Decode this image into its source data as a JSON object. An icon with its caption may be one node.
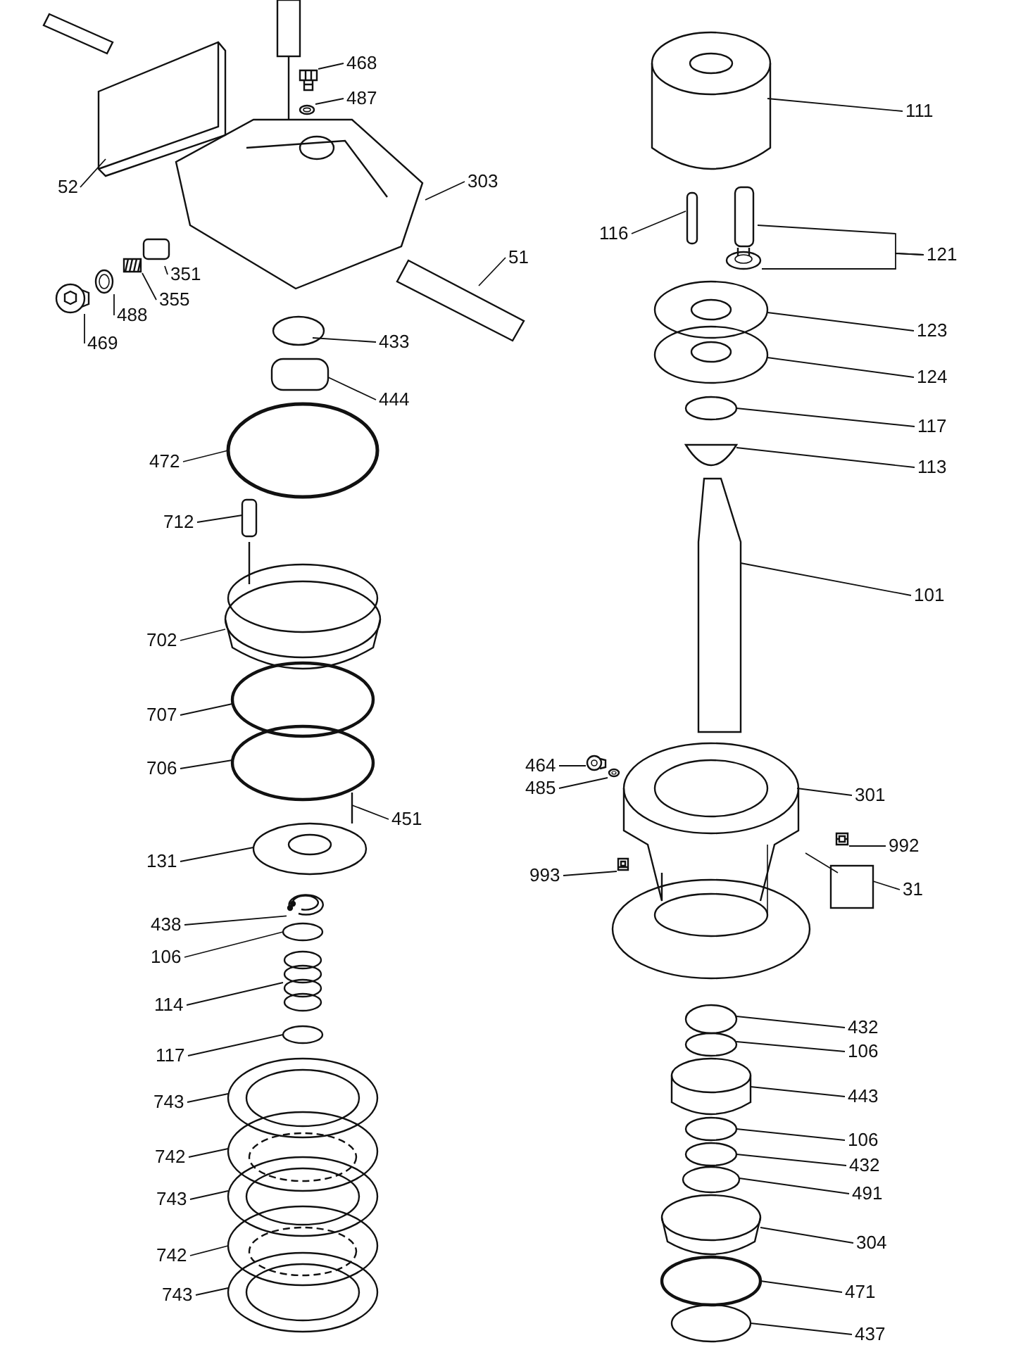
{
  "diagram": {
    "nodes": [
      {
        "text": [
          "468"
        ]
      },
      {
        "text": [
          "487"
        ]
      },
      {
        "text": [
          "52"
        ]
      },
      {
        "text": [
          "303"
        ]
      },
      {
        "text": [
          "351"
        ]
      },
      {
        "text": [
          "355"
        ]
      },
      {
        "text": [
          "51"
        ]
      },
      {
        "text": [
          "488"
        ]
      },
      {
        "text": [
          "469"
        ]
      },
      {
        "text": [
          "433"
        ]
      },
      {
        "text": [
          "444"
        ]
      },
      {
        "text": [
          "111"
        ]
      },
      {
        "text": [
          "116"
        ]
      },
      {
        "text": [
          "121"
        ]
      },
      {
        "text": [
          "123"
        ]
      },
      {
        "text": [
          "124"
        ]
      },
      {
        "text": [
          "117"
        ]
      },
      {
        "text": [
          "113"
        ]
      },
      {
        "text": [
          "472"
        ]
      },
      {
        "text": [
          "712"
        ]
      },
      {
        "text": [
          "101"
        ]
      },
      {
        "text": [
          "702"
        ]
      },
      {
        "text": [
          "707"
        ]
      },
      {
        "text": [
          "706"
        ]
      },
      {
        "text": [
          "464"
        ]
      },
      {
        "text": [
          "485"
        ]
      },
      {
        "text": [
          "301"
        ]
      },
      {
        "text": [
          "451"
        ]
      },
      {
        "text": [
          "992"
        ]
      },
      {
        "text": [
          "131"
        ]
      },
      {
        "text": [
          "993"
        ]
      },
      {
        "text": [
          "31"
        ]
      },
      {
        "text": [
          "438"
        ]
      },
      {
        "text": [
          "106"
        ]
      },
      {
        "text": [
          "114"
        ]
      },
      {
        "text": [
          "432"
        ]
      },
      {
        "text": [
          "106"
        ]
      },
      {
        "text": [
          "117"
        ]
      },
      {
        "text": [
          "443"
        ]
      },
      {
        "text": [
          "743"
        ]
      },
      {
        "text": [
          "106"
        ]
      },
      {
        "text": [
          "742"
        ]
      },
      {
        "text": [
          "432"
        ]
      },
      {
        "text": [
          "491"
        ]
      },
      {
        "text": [
          "743"
        ]
      },
      {
        "text": [
          "304"
        ]
      },
      {
        "text": [
          "742"
        ]
      },
      {
        "text": [
          "471"
        ]
      },
      {
        "text": [
          "743"
        ]
      },
      {
        "text": [
          "437"
        ]
      },
      {
        "text": [],
        "shape": "picture"
      },
      {
        "text": [],
        "shape": "picture"
      },
      {
        "text": [],
        "shape": "picture"
      },
      {
        "text": [],
        "shape": "picture"
      },
      {
        "text": [],
        "shape": "picture"
      },
      {
        "text": [],
        "shape": "picture"
      },
      {
        "text": [],
        "shape": "picture"
      },
      {
        "text": [],
        "shape": "picture"
      },
      {
        "text": [],
        "shape": "picture"
      },
      {
        "text": [],
        "shape": "picture"
      },
      {
        "text": [],
        "shape": "picture"
      }
    ],
    "edges": [
      {
        "from": 0,
        "to": 50,
        "arrow": "none"
      },
      {
        "from": 1,
        "to": 51,
        "arrow": "none"
      },
      {
        "from": 2,
        "to": null,
        "arrow": "none"
      },
      {
        "from": 3,
        "to": null,
        "arrow": "none"
      },
      {
        "from": 4,
        "to": null,
        "arrow": "none"
      },
      {
        "from": 5,
        "to": 52,
        "arrow": "none"
      },
      {
        "from": 6,
        "to": null,
        "arrow": "none"
      },
      {
        "from": 7,
        "to": 53,
        "arrow": "none"
      },
      {
        "from": 8,
        "to": 54,
        "arrow": "none"
      },
      {
        "from": 9,
        "to": null,
        "arrow": "none"
      },
      {
        "from": 10,
        "to": null,
        "arrow": "none"
      },
      {
        "from": 11,
        "to": null,
        "arrow": "none"
      },
      {
        "from": 12,
        "to": null,
        "arrow": "none"
      },
      {
        "from": 13,
        "to": null,
        "arrow": "none"
      },
      {
        "from": 13,
        "to": 55,
        "arrow": "none"
      },
      {
        "from": 14,
        "to": null,
        "arrow": "none"
      },
      {
        "from": 15,
        "to": null,
        "arrow": "none"
      },
      {
        "from": 16,
        "to": null,
        "arrow": "none"
      },
      {
        "from": 17,
        "to": null,
        "arrow": "none"
      },
      {
        "from": 18,
        "to": null,
        "arrow": "none"
      },
      {
        "from": 19,
        "to": null,
        "arrow": "none"
      },
      {
        "from": 20,
        "to": null,
        "arrow": "none"
      },
      {
        "from": 21,
        "to": null,
        "arrow": "none"
      },
      {
        "from": 22,
        "to": null,
        "arrow": "none"
      },
      {
        "from": 23,
        "to": null,
        "arrow": "none"
      },
      {
        "from": 24,
        "to": 56,
        "arrow": "none"
      },
      {
        "from": 25,
        "to": 57,
        "arrow": "none"
      },
      {
        "from": 26,
        "to": null,
        "arrow": "none"
      },
      {
        "from": 27,
        "to": null,
        "arrow": "none"
      },
      {
        "from": 28,
        "to": 58,
        "arrow": "none"
      },
      {
        "from": 29,
        "to": null,
        "arrow": "none"
      },
      {
        "from": 30,
        "to": 59,
        "arrow": "none"
      },
      {
        "from": 31,
        "to": null,
        "arrow": "none"
      },
      {
        "from": 32,
        "to": 60,
        "arrow": "none"
      },
      {
        "from": 33,
        "to": null,
        "arrow": "none"
      },
      {
        "from": 34,
        "to": null,
        "arrow": "none"
      },
      {
        "from": 35,
        "to": null,
        "arrow": "none"
      },
      {
        "from": 36,
        "to": null,
        "arrow": "none"
      },
      {
        "from": 37,
        "to": null,
        "arrow": "none"
      },
      {
        "from": 38,
        "to": null,
        "arrow": "none"
      },
      {
        "from": 39,
        "to": null,
        "arrow": "none"
      },
      {
        "from": 40,
        "to": null,
        "arrow": "none"
      },
      {
        "from": 41,
        "to": null,
        "arrow": "none"
      },
      {
        "from": 42,
        "to": null,
        "arrow": "none"
      },
      {
        "from": 43,
        "to": null,
        "arrow": "none"
      },
      {
        "from": 44,
        "to": null,
        "arrow": "none"
      },
      {
        "from": 45,
        "to": null,
        "arrow": "none"
      },
      {
        "from": 46,
        "to": null,
        "arrow": "none"
      },
      {
        "from": 47,
        "to": null,
        "arrow": "none"
      },
      {
        "from": 48,
        "to": null,
        "arrow": "none"
      },
      {
        "from": 49,
        "to": null,
        "arrow": "none"
      }
    ]
  }
}
